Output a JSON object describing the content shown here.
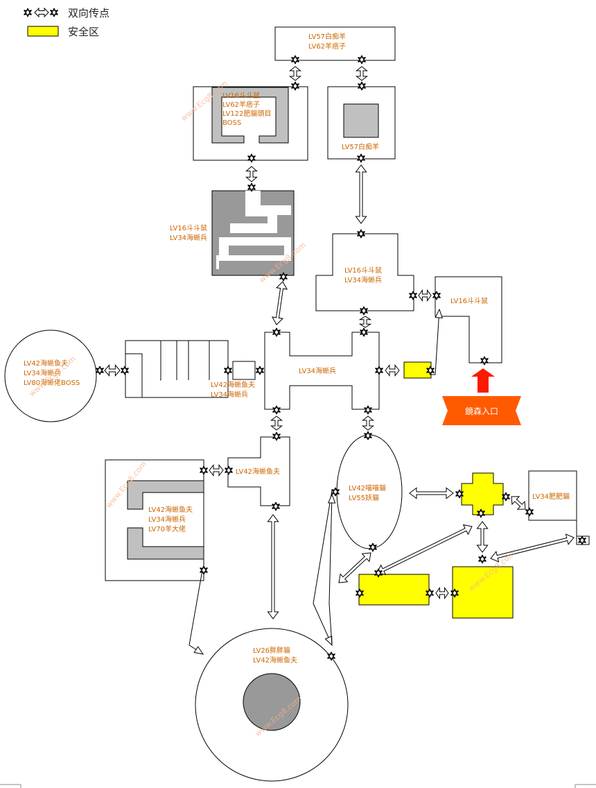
{
  "legend": {
    "teleport_label": "双向传点",
    "safe_label": "安全区"
  },
  "rooms": {
    "top_right_bar": [
      "LV57白痴羊",
      "LV62羊痞子"
    ],
    "boss_room": [
      "LV16斗斗鼠",
      "LV62羊痞子",
      "LV122肥貓頭目",
      "BOSS"
    ],
    "sheep_room": [
      "LV57白痴羊"
    ],
    "maze_room": [
      "LV16斗斗鼠",
      "LV34海蜥兵"
    ],
    "mid_right_room": [
      "LV16斗斗鼠",
      "LV34海蜥兵"
    ],
    "entrance_room": [
      "LV16斗斗鼠"
    ],
    "left_circle": [
      "LV42海蜥鱼夫",
      "LV34海蜥兵",
      "LV80海蜥佬BOSS"
    ],
    "comb_room": [
      "LV42海蜥鱼夫",
      "LV34海蜥兵"
    ],
    "central_hall": [
      "LV34海蜥兵"
    ],
    "fisher_room": [
      "LV42海蜥鱼夫"
    ],
    "lower_left_room": [
      "LV42海蜥鱼夫",
      "LV34海蜥兵",
      "LV70羊大佬"
    ],
    "ellipse_room": [
      "LV42喵喵貓",
      "LV55妖貓"
    ],
    "fat_cat_room": [
      "LV34肥肥貓"
    ],
    "big_circle": [
      "LV26胖胖貓",
      "LV42海蜥鱼夫"
    ]
  },
  "entrance_label": "鏡森入口",
  "watermark": "www.Ecg8.com",
  "colors": {
    "safe_zone": "#ffff00",
    "dark_grey": "#999999",
    "light_grey": "#c0c0c0",
    "entrance_arrow": "#ff1a00",
    "entrance_banner": "#ff5a00",
    "label_text": "#cc6600"
  }
}
